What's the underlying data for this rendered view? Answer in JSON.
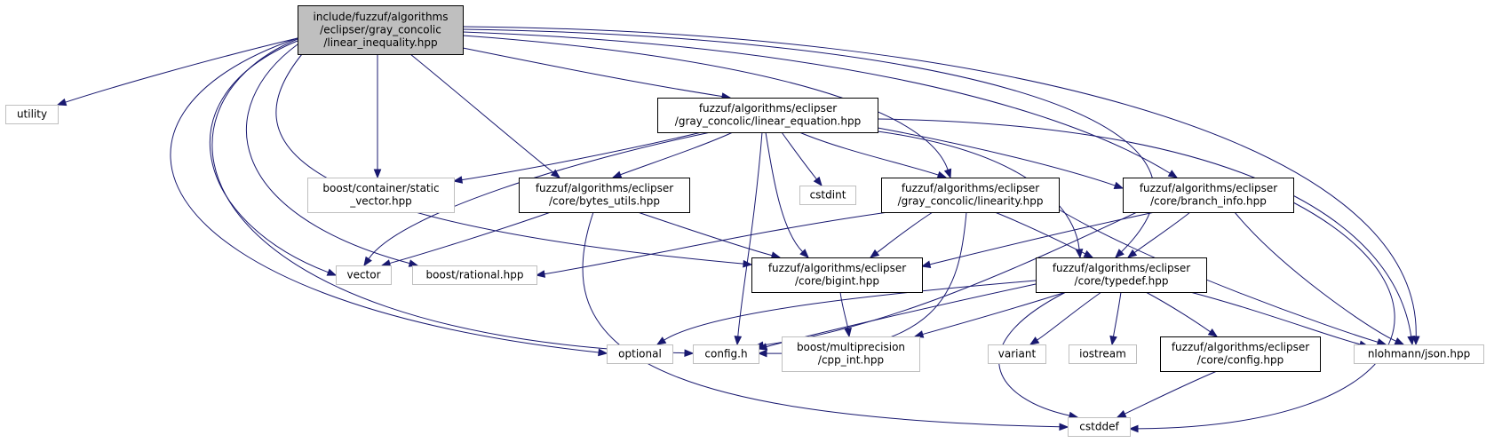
{
  "colors": {
    "edge": "#191970",
    "root_fill": "#bfbfbf",
    "root_stroke": "#000000",
    "internal_stroke": "#000000",
    "external_stroke": "#bfbfbf",
    "node_fill": "#ffffff",
    "text": "#000000"
  },
  "nodes": [
    {
      "id": "root",
      "kind": "root",
      "lines": [
        "include/fuzzuf/algorithms",
        "/eclipser/gray_concolic",
        "/linear_inequality.hpp"
      ]
    },
    {
      "id": "utility",
      "kind": "external",
      "lines": [
        "utility"
      ]
    },
    {
      "id": "linear_equation",
      "kind": "internal",
      "lines": [
        "fuzzuf/algorithms/eclipser",
        "/gray_concolic/linear_equation.hpp"
      ]
    },
    {
      "id": "static_vector",
      "kind": "external",
      "lines": [
        "boost/container/static",
        "_vector.hpp"
      ]
    },
    {
      "id": "bytes_utils",
      "kind": "internal",
      "lines": [
        "fuzzuf/algorithms/eclipser",
        "/core/bytes_utils.hpp"
      ]
    },
    {
      "id": "cstdint",
      "kind": "external",
      "lines": [
        "cstdint"
      ]
    },
    {
      "id": "linearity",
      "kind": "internal",
      "lines": [
        "fuzzuf/algorithms/eclipser",
        "/gray_concolic/linearity.hpp"
      ]
    },
    {
      "id": "branch_info",
      "kind": "internal",
      "lines": [
        "fuzzuf/algorithms/eclipser",
        "/core/branch_info.hpp"
      ]
    },
    {
      "id": "vector",
      "kind": "external",
      "lines": [
        "vector"
      ]
    },
    {
      "id": "rational",
      "kind": "external",
      "lines": [
        "boost/rational.hpp"
      ]
    },
    {
      "id": "bigint",
      "kind": "internal",
      "lines": [
        "fuzzuf/algorithms/eclipser",
        "/core/bigint.hpp"
      ]
    },
    {
      "id": "typedef",
      "kind": "internal",
      "lines": [
        "fuzzuf/algorithms/eclipser",
        "/core/typedef.hpp"
      ]
    },
    {
      "id": "optional",
      "kind": "external",
      "lines": [
        "optional"
      ]
    },
    {
      "id": "config_h",
      "kind": "external",
      "lines": [
        "config.h"
      ]
    },
    {
      "id": "cpp_int",
      "kind": "external",
      "lines": [
        "boost/multiprecision",
        "/cpp_int.hpp"
      ]
    },
    {
      "id": "variant",
      "kind": "external",
      "lines": [
        "variant"
      ]
    },
    {
      "id": "iostream",
      "kind": "external",
      "lines": [
        "iostream"
      ]
    },
    {
      "id": "core_config",
      "kind": "internal",
      "lines": [
        "fuzzuf/algorithms/eclipser",
        "/core/config.hpp"
      ]
    },
    {
      "id": "json",
      "kind": "external",
      "lines": [
        "nlohmann/json.hpp"
      ]
    },
    {
      "id": "cstddef",
      "kind": "external",
      "lines": [
        "cstddef"
      ]
    }
  ],
  "edges": [
    {
      "from": "root",
      "to": "utility"
    },
    {
      "from": "root",
      "to": "linear_equation"
    },
    {
      "from": "root",
      "to": "static_vector"
    },
    {
      "from": "root",
      "to": "bytes_utils"
    },
    {
      "from": "root",
      "to": "linearity"
    },
    {
      "from": "root",
      "to": "branch_info"
    },
    {
      "from": "root",
      "to": "typedef"
    },
    {
      "from": "root",
      "to": "json"
    },
    {
      "from": "root",
      "to": "vector"
    },
    {
      "from": "root",
      "to": "rational"
    },
    {
      "from": "root",
      "to": "bigint"
    },
    {
      "from": "root",
      "to": "config_h"
    },
    {
      "from": "root",
      "to": "optional"
    },
    {
      "from": "linear_equation",
      "to": "static_vector"
    },
    {
      "from": "linear_equation",
      "to": "bytes_utils"
    },
    {
      "from": "linear_equation",
      "to": "cstdint"
    },
    {
      "from": "linear_equation",
      "to": "linearity"
    },
    {
      "from": "linear_equation",
      "to": "branch_info"
    },
    {
      "from": "linear_equation",
      "to": "typedef"
    },
    {
      "from": "linear_equation",
      "to": "json"
    },
    {
      "from": "linear_equation",
      "to": "vector"
    },
    {
      "from": "linear_equation",
      "to": "bigint"
    },
    {
      "from": "linear_equation",
      "to": "config_h"
    },
    {
      "from": "bytes_utils",
      "to": "vector"
    },
    {
      "from": "bytes_utils",
      "to": "bigint"
    },
    {
      "from": "bytes_utils",
      "to": "cstddef"
    },
    {
      "from": "linearity",
      "to": "rational"
    },
    {
      "from": "linearity",
      "to": "bigint"
    },
    {
      "from": "linearity",
      "to": "typedef"
    },
    {
      "from": "linearity",
      "to": "json"
    },
    {
      "from": "linearity",
      "to": "config_h"
    },
    {
      "from": "branch_info",
      "to": "bigint"
    },
    {
      "from": "branch_info",
      "to": "typedef"
    },
    {
      "from": "branch_info",
      "to": "json"
    },
    {
      "from": "branch_info",
      "to": "cstddef"
    },
    {
      "from": "branch_info",
      "to": "config_h"
    },
    {
      "from": "bigint",
      "to": "cpp_int"
    },
    {
      "from": "typedef",
      "to": "optional"
    },
    {
      "from": "typedef",
      "to": "config_h"
    },
    {
      "from": "typedef",
      "to": "cpp_int"
    },
    {
      "from": "typedef",
      "to": "variant"
    },
    {
      "from": "typedef",
      "to": "iostream"
    },
    {
      "from": "typedef",
      "to": "core_config"
    },
    {
      "from": "typedef",
      "to": "json"
    },
    {
      "from": "typedef",
      "to": "cstddef"
    },
    {
      "from": "core_config",
      "to": "cstddef"
    }
  ]
}
